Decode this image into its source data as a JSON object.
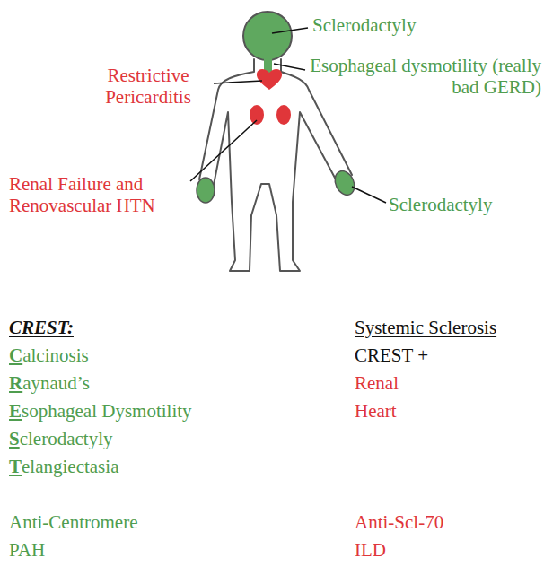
{
  "diagram": {
    "labels": [
      "Sclerodactyly",
      "Restrictive Pericarditis",
      "Esophageal dysmotility (really bad GERD)",
      "Renal Failure and Renovascular HTN",
      "Sclerodactyly",
      "CREST:",
      "Calcinosis",
      "Raynaud’s",
      "Esophageal Dysmotility",
      "Sclerodactyly",
      "Telangiectasia",
      "Anti-Centromere",
      "PAH",
      "Systemic Sclerosis",
      "CREST +",
      "Renal",
      "Heart",
      "Anti-Scl-70",
      "ILD"
    ]
  }
}
